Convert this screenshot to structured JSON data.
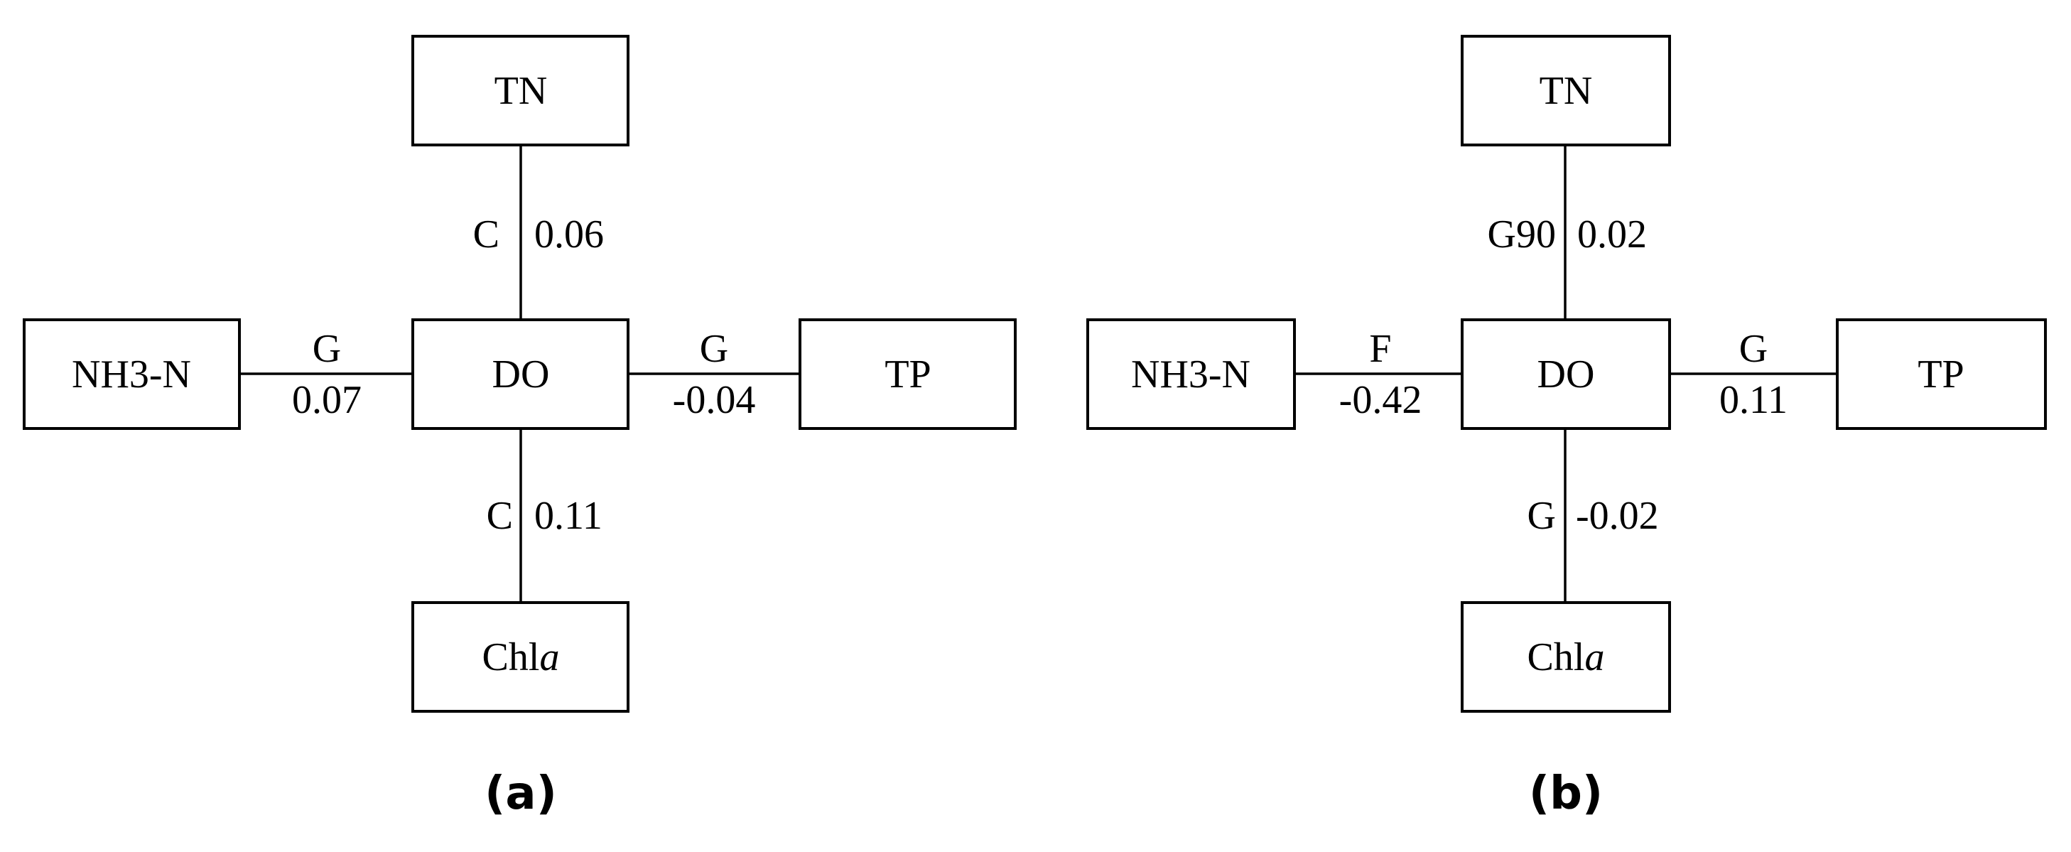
{
  "panels": [
    {
      "label": "(a)",
      "nodes": {
        "top": "TN",
        "left": "NH3-N",
        "center": "DO",
        "right": "TP",
        "bottom": {
          "main": "Chl",
          "italic": "a"
        }
      },
      "edges": {
        "top": {
          "model": "C",
          "value": "0.06"
        },
        "left": {
          "model": "G",
          "value": "0.07"
        },
        "right": {
          "model": "G",
          "value": "-0.04"
        },
        "bottom": {
          "model": "C",
          "value": "0.11"
        }
      }
    },
    {
      "label": "(b)",
      "nodes": {
        "top": "TN",
        "left": "NH3-N",
        "center": "DO",
        "right": "TP",
        "bottom": {
          "main": "Chl",
          "italic": "a"
        }
      },
      "edges": {
        "top": {
          "model": "G90",
          "value": "0.02"
        },
        "left": {
          "model": "F",
          "value": "-0.42"
        },
        "right": {
          "model": "G",
          "value": "0.11"
        },
        "bottom": {
          "model": "G",
          "value": "-0.02"
        }
      }
    }
  ]
}
